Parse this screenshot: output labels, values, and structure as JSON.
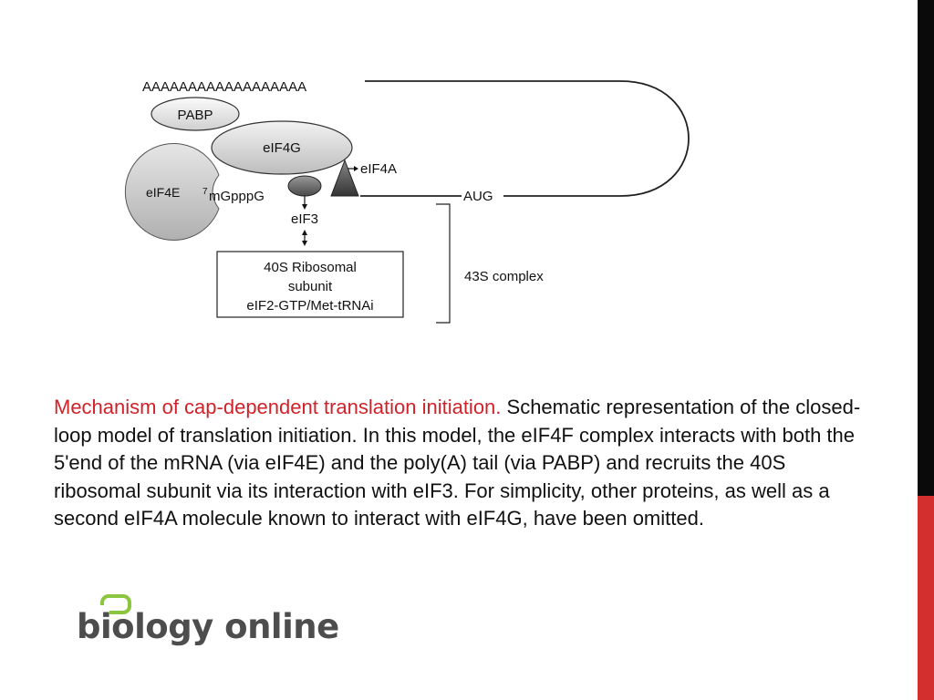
{
  "diagram": {
    "polyA_tail": "AAAAAAAAAAAAAAAAAA",
    "pabp_label": "PABP",
    "eif4g_label": "eIF4G",
    "eif4a_label": "eIF4A",
    "eif4e_label": "eIF4E",
    "cap_superscript": "7",
    "cap_label": "mGpppG",
    "aug_label": "AUG",
    "eif3_label": "eIF3",
    "box_lines": [
      "40S Ribosomal",
      "subunit",
      "eIF2-GTP/Met-tRNAi"
    ],
    "complex_label": "43S complex"
  },
  "caption": {
    "title": "Mechanism of cap-dependent translation initiation.",
    "body": " Schematic representation of the closed-loop model of translation initiation. In this model, the eIF4F complex interacts with both the 5'end of the mRNA (via eIF4E) and the poly(A) tail (via PABP) and recruits the 40S ribosomal subunit via its interaction with eIF3. For simplicity, other proteins, as well as a second eIF4A molecule known to interact with eIF4G, have been omitted."
  },
  "logo": {
    "text": "biology online"
  },
  "colors": {
    "caption_title": "#d1222a",
    "right_band": "#0a0a0a",
    "right_accent": "#d32f2f",
    "logo_green": "#8cc63f",
    "logo_gray": "#4d4d4d"
  }
}
